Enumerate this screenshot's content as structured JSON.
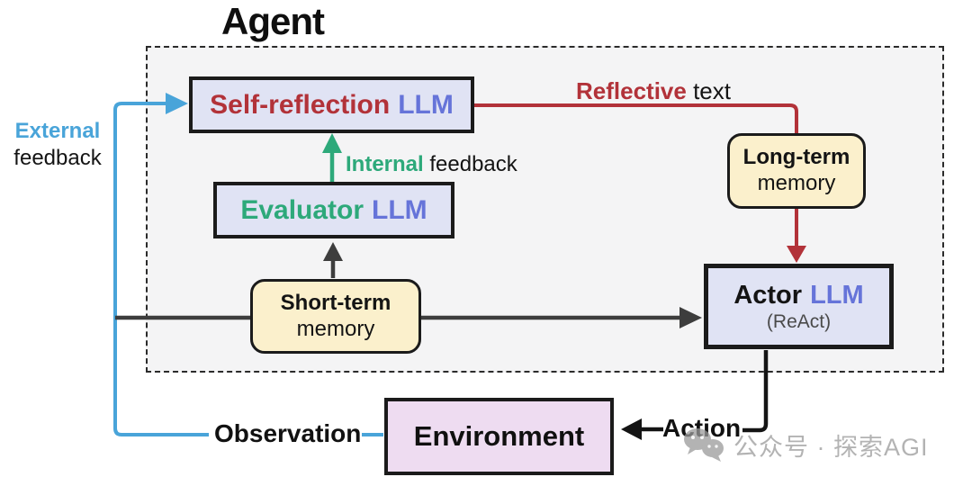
{
  "title": "Agent",
  "nodes": {
    "self_reflection": {
      "name": "Self-reflection",
      "type": "LLM"
    },
    "evaluator": {
      "name": "Evaluator",
      "type": "LLM"
    },
    "short_term_memory": {
      "line1": "Short-term",
      "line2": "memory"
    },
    "long_term_memory": {
      "line1": "Long-term",
      "line2": "memory"
    },
    "actor": {
      "name": "Actor",
      "type": "LLM",
      "subtitle": "(ReAct)"
    },
    "environment": {
      "name": "Environment"
    }
  },
  "labels": {
    "external_feedback": {
      "emphasis": "External",
      "rest": "feedback"
    },
    "internal_feedback": {
      "emphasis": "Internal",
      "rest": " feedback"
    },
    "reflective_text": {
      "emphasis": "Reflective",
      "rest": " text"
    },
    "observation": "Observation",
    "action": "Action"
  },
  "watermark": {
    "icon": "wechat-icon",
    "text": "公众号 · 探索AGI"
  },
  "colors": {
    "red": "#b23239",
    "green": "#2da97a",
    "llm_blue": "#6674d9",
    "light_blue": "#49a4d9",
    "dark_line": "#3d3d3d",
    "box_border": "#1b1b1b",
    "lavender_fill": "#e0e3f4",
    "cream_fill": "#fbf0cc",
    "pink_fill": "#eedcf1",
    "agent_bg": "#f4f4f5",
    "watermark_gray": "#b3b3b3"
  }
}
